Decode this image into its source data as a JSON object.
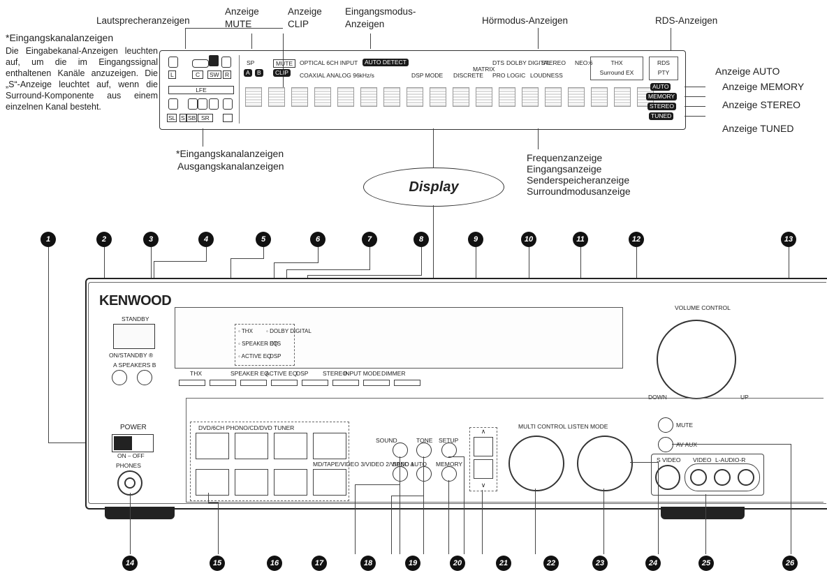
{
  "top_labels": {
    "speaker": "Lautsprecheranzeigen",
    "mute": "Anzeige MUTE",
    "clip": "Anzeige CLIP",
    "input_mode": "Eingangsmodus-Anzeigen",
    "listen_mode": "Hörmodus-Anzeigen",
    "rds": "RDS-Anzeigen"
  },
  "left_note": {
    "title": "*Eingangskanalanzeigen",
    "text": "Die Eingabekanal-Anzeigen leuchten auf, um die im Eingangssignal enthaltenen Kanäle anzuzeigen. Die „S“-Anzeige leuchtet auf, wenn die Surround-Komponente aus einem einzelnen Kanal besteht."
  },
  "below_display": {
    "left1": "*Eingangskanalanzeigen",
    "left2": "Ausgangskanalanzeigen",
    "right": [
      "Frequenzanzeige",
      "Eingangsanzeige",
      "Senderspeicheranzeige",
      "Surroundmodusanzeige"
    ]
  },
  "right_labels": [
    "Anzeige AUTO",
    "Anzeige MEMORY",
    "Anzeige STEREO",
    "Anzeige TUNED"
  ],
  "display_label": "Display",
  "display_panel": {
    "ch_top": [
      "L",
      "C",
      "SW",
      "R"
    ],
    "lfe": "LFE",
    "ch_bottom": [
      "SL",
      "S",
      "SB",
      "SR"
    ],
    "sp": "SP",
    "sp_ab": [
      "A",
      "B"
    ],
    "mute": "MUTE",
    "clip": "CLIP",
    "optical": "OPTICAL 6CH INPUT",
    "auto_detect": "AUTO DETECT",
    "coaxial": "COAXIAL ANALOG 96kHz/s",
    "dsp_mode": "DSP MODE",
    "dts": "DTS",
    "dolby_digital": "DOLBY DIGITAL",
    "matrix": "MATRIX",
    "discrete": "DISCRETE",
    "pro_logic": "PRO LOGIC",
    "stereo": "STEREO",
    "loudness": "LOUDNESS",
    "neo6": "NEO:6",
    "thx": "THX",
    "surround_ex": "Surround EX",
    "rds": "RDS",
    "pty": "PTY",
    "right_tags": [
      "AUTO",
      "MEMORY",
      "STEREO",
      "TUNED"
    ]
  },
  "numbers": [
    "1",
    "2",
    "3",
    "4",
    "5",
    "6",
    "7",
    "8",
    "9",
    "10",
    "11",
    "12",
    "13",
    "14",
    "15",
    "16",
    "17",
    "18",
    "19",
    "20",
    "21",
    "22",
    "23",
    "24",
    "25",
    "26"
  ],
  "front": {
    "brand": "KENWOOD",
    "standby": "STANDBY",
    "on_standby": "ON/STANDBY ®",
    "speakers": "A SPEAKERS B",
    "indicators": [
      [
        "THX",
        "DOLBY DIGITAL"
      ],
      [
        "SPEAKER EQ",
        "DTS"
      ],
      [
        "ACTIVE EQ",
        "DSP"
      ]
    ],
    "button_row": [
      "THX",
      "SPEAKER EQ",
      "ACTIVE EQ",
      "DSP",
      "STEREO",
      "INPUT MODE",
      "DIMMER"
    ],
    "volume": "VOLUME CONTROL",
    "down": "DOWN",
    "up": "UP",
    "mute": "MUTE",
    "av_aux": "AV AUX",
    "power": "POWER",
    "on_off": "ON ⎯ OFF",
    "phones": "PHONES",
    "input_top": "DVD/6CH          PHONO/CD/DVD  TUNER",
    "input_bottom": "MD/TAPE/VIDEO 3/VIDEO 2/VIDEO 1",
    "sound": "SOUND",
    "tone": "TONE",
    "setup": "SETUP",
    "band_auto": "BAND AUTO",
    "memory": "MEMORY",
    "multi_control": "MULTI CONTROL  LISTEN MODE",
    "s_video": "S VIDEO",
    "video": "VIDEO",
    "audio": "L-AUDIO-R"
  }
}
